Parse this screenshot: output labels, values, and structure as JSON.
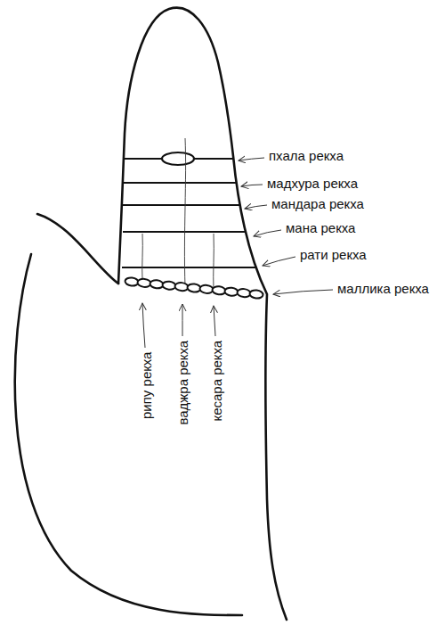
{
  "diagram": {
    "labels": [
      "пхала рекха",
      "мадхура рекха",
      "мандара рекха",
      "мана рекха",
      "рати рекха",
      "маллика рекха",
      "рипу рекха",
      "ваджра рекха",
      "кесара рекха"
    ]
  }
}
